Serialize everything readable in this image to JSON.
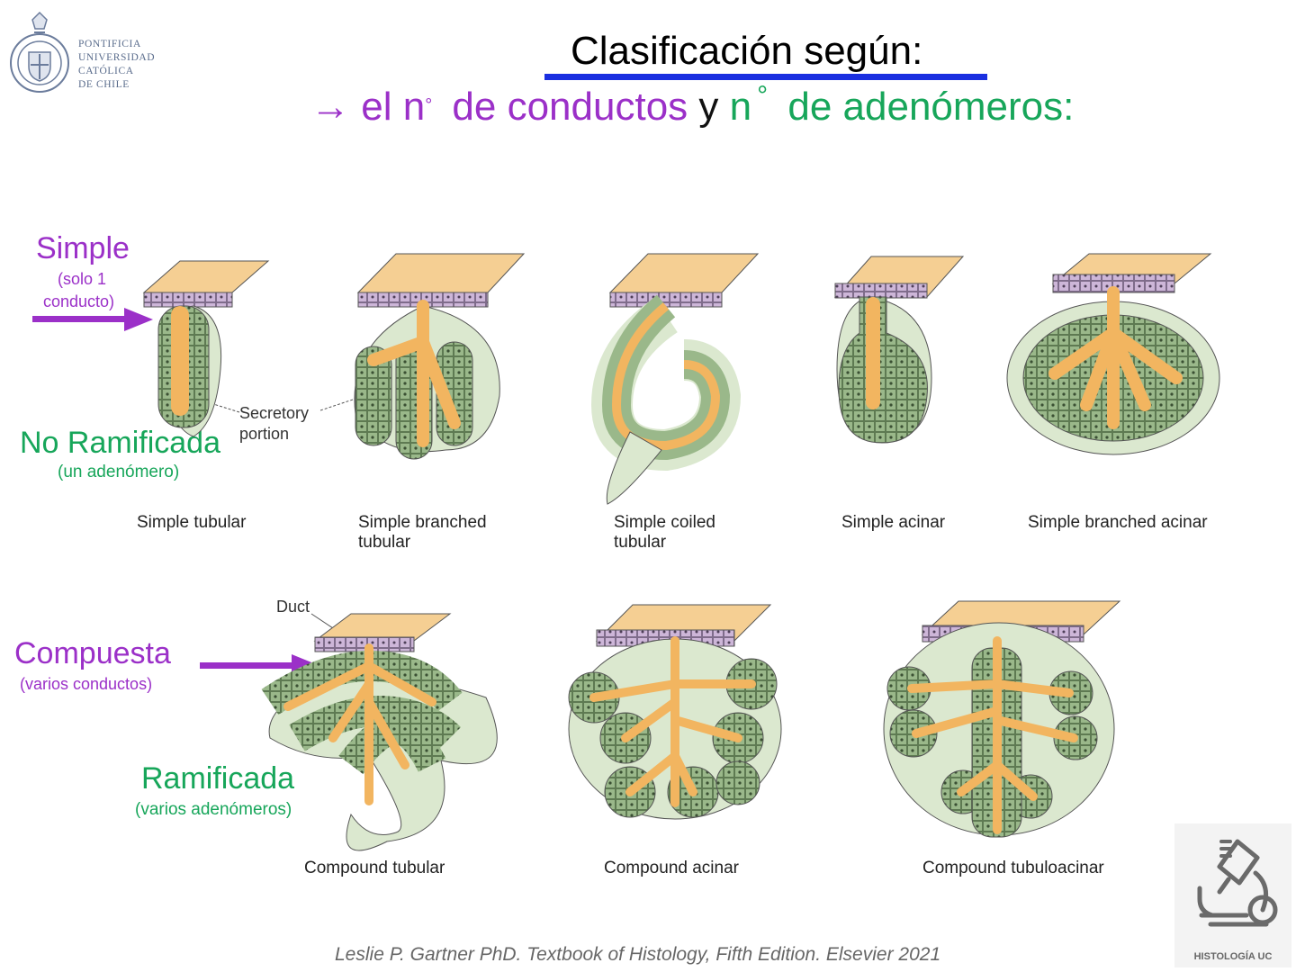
{
  "logo": {
    "lines": [
      "PONTIFICIA",
      "UNIVERSIDAD",
      "CATÓLICA",
      "DE CHILE"
    ]
  },
  "title": "Clasificación según:",
  "subtitle": {
    "arrow": "→",
    "part1": "el n",
    "deg1": "°",
    "part2": "de conductos",
    "part3": "y",
    "part4": "n",
    "deg2": "°",
    "part5": "de adenómeros:"
  },
  "left_labels": {
    "simple": "Simple",
    "simple_note_1": "(solo 1",
    "simple_note_2": "conducto)",
    "no_ramificada": "No Ramificada",
    "no_ramificada_note": "(un adenómero)",
    "compuesta": "Compuesta",
    "compuesta_note": "(varios conductos)",
    "ramificada": "Ramificada",
    "ramificada_note": "(varios adenómeros)"
  },
  "diagram_labels": {
    "secretory_1": "Secretory",
    "secretory_2": "portion",
    "duct": "Duct"
  },
  "captions": [
    {
      "line1": "Simple tubular",
      "line2": ""
    },
    {
      "line1": "Simple branched",
      "line2": "tubular"
    },
    {
      "line1": "Simple coiled",
      "line2": "tubular"
    },
    {
      "line1": "Simple acinar",
      "line2": ""
    },
    {
      "line1": "Simple branched acinar",
      "line2": ""
    },
    {
      "line1": "Compound tubular",
      "line2": ""
    },
    {
      "line1": "Compound acinar",
      "line2": ""
    },
    {
      "line1": "Compound tubuloacinar",
      "line2": ""
    }
  ],
  "footer": "Leslie P. Gartner PhD. Textbook of Histology, Fifth Edition. Elsevier 2021",
  "badge": "HISTOLOGÍA UC",
  "colors": {
    "purple": "#9b30c8",
    "green": "#17a65a",
    "underline": "#1a2fe0",
    "epithelium_top": "#f5cf93",
    "duct_cells": "#cdb6d8",
    "secretory_cells": "#9ab88a",
    "capsule": "#dbe8cf",
    "lumen": "#f2b560"
  }
}
